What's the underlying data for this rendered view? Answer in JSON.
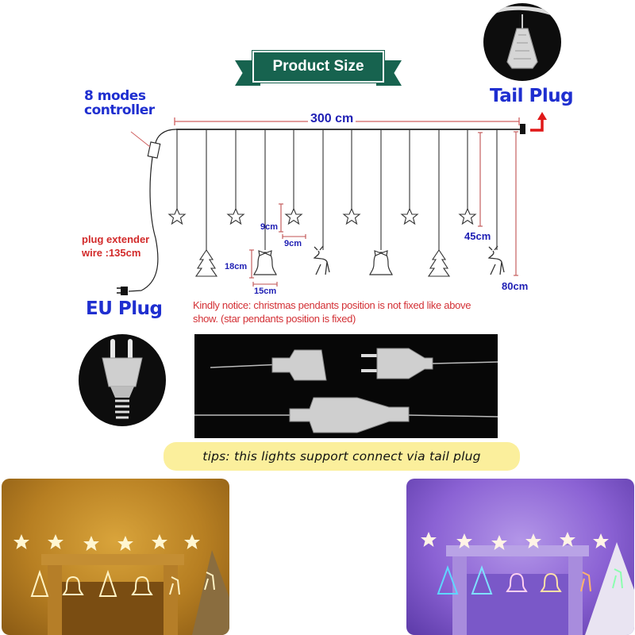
{
  "banner": {
    "title": "Product Size",
    "color": "#17634f"
  },
  "labels": {
    "controller_line1": "8 modes",
    "controller_line2": "controller",
    "tail_plug": "Tail Plug",
    "eu_plug": "EU Plug",
    "extender_line1": "plug extender",
    "extender_line2": "wire :135cm"
  },
  "dimensions": {
    "total_width": "300 cm",
    "star_spacing_vertical": "9cm",
    "star_spacing_horizontal": "9cm",
    "bell_height": "18cm",
    "bell_width": "15cm",
    "short_drop": "45cm",
    "long_drop": "80cm"
  },
  "notice": {
    "line1": "Kindly notice: christmas pendants position is not fixed like above",
    "line2": "show. (star pendants position is fixed)"
  },
  "tips": {
    "text": "tips: this lights support connect via tail plug",
    "background": "#fbef9c"
  },
  "pendants": {
    "top_row": [
      "star",
      "star",
      "star",
      "star",
      "star",
      "star"
    ],
    "bottom_row": [
      "tree",
      "bell",
      "reindeer",
      "bell",
      "tree",
      "reindeer"
    ]
  },
  "colors": {
    "heading_blue": "#1f2fd0",
    "dimension_red": "#d22a2a",
    "dimension_blue": "#1f1fb4"
  },
  "photos": {
    "warm": {
      "theme": "warm white"
    },
    "multi": {
      "theme": "multicolor"
    }
  }
}
